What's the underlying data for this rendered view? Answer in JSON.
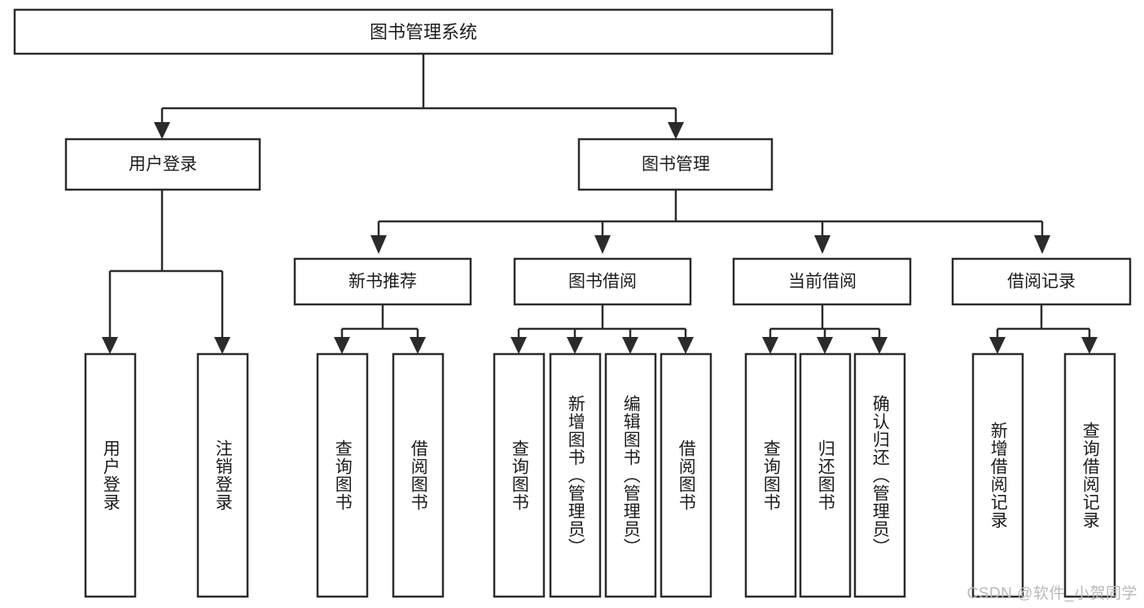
{
  "diagram": {
    "title": "图书管理系统",
    "watermark": "CSDN @软件_小贺同学",
    "colors": {
      "box_stroke": "#2b2b2b",
      "box_fill": "#ffffff",
      "text": "#1c1c1c",
      "watermark": "#b9b9b9",
      "background": "#ffffff"
    },
    "levels": {
      "root": {
        "label": "图书管理系统"
      },
      "level2": [
        {
          "label": "用户登录"
        },
        {
          "label": "图书管理"
        }
      ],
      "level3": [
        {
          "label": "新书推荐"
        },
        {
          "label": "图书借阅"
        },
        {
          "label": "当前借阅"
        },
        {
          "label": "借阅记录"
        }
      ],
      "leaves": {
        "user_login": [
          {
            "label": "用户登录"
          },
          {
            "label": "注销登录"
          }
        ],
        "new_book_recommend": [
          {
            "label": "查询图书"
          },
          {
            "label": "借阅图书"
          }
        ],
        "book_borrow": [
          {
            "label": "查询图书"
          },
          {
            "label": "新增图书（管理员）"
          },
          {
            "label": "编辑图书（管理员）"
          },
          {
            "label": "借阅图书"
          }
        ],
        "current_borrow": [
          {
            "label": "查询图书"
          },
          {
            "label": "归还图书"
          },
          {
            "label": "确认归还（管理员）"
          }
        ],
        "borrow_record": [
          {
            "label": "新增借阅记录"
          },
          {
            "label": "查询借阅记录"
          }
        ]
      }
    }
  }
}
